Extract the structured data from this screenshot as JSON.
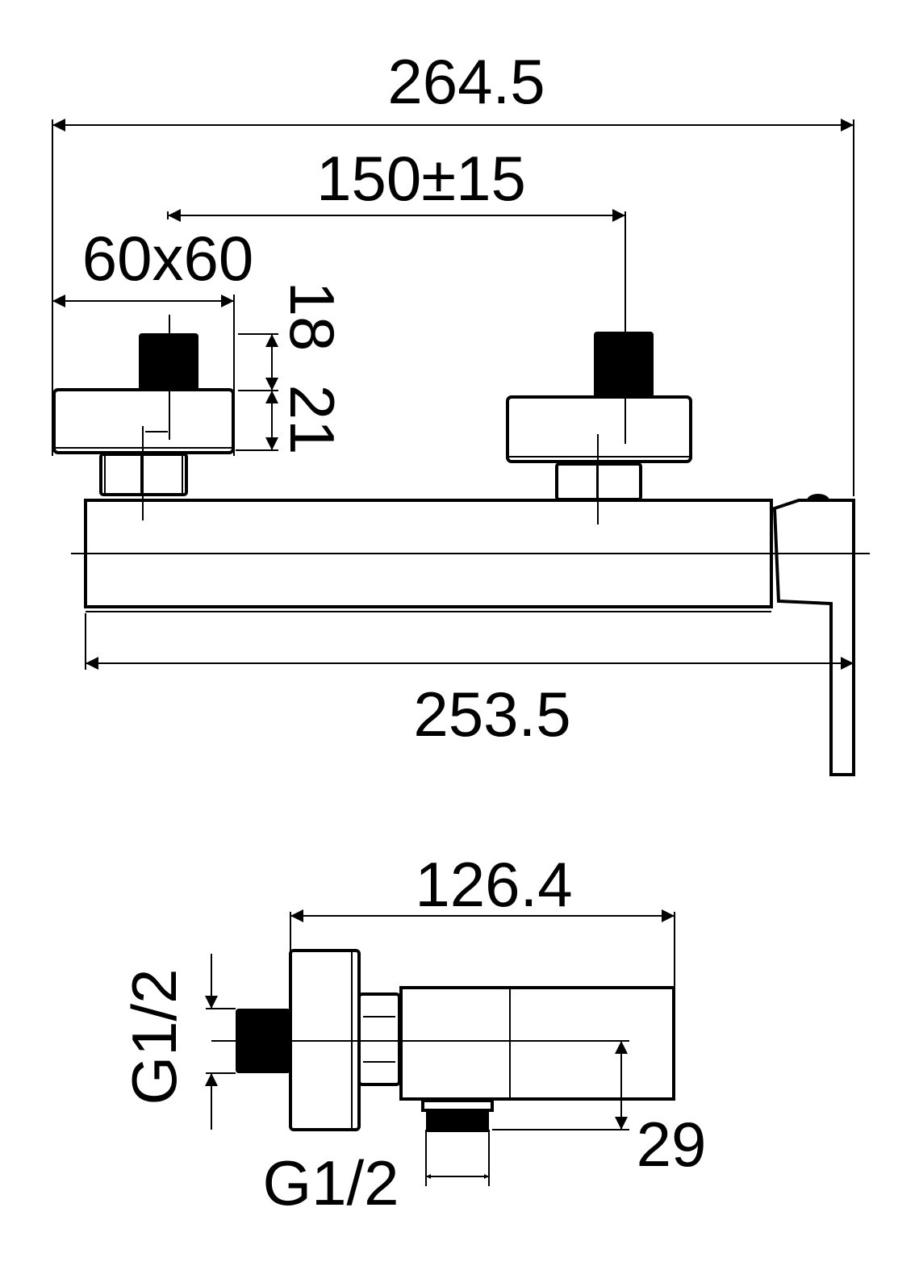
{
  "drawing": {
    "top_view": {
      "overall_width": "264.5",
      "inlet_spacing": "150±15",
      "flange_size": "60x60",
      "thread_height": "18",
      "flange_height": "21",
      "body_length": "253.5"
    },
    "side_view": {
      "depth": "126.4",
      "inlet_thread": "G1/2",
      "outlet_thread": "G1/2",
      "outlet_offset": "29"
    }
  }
}
